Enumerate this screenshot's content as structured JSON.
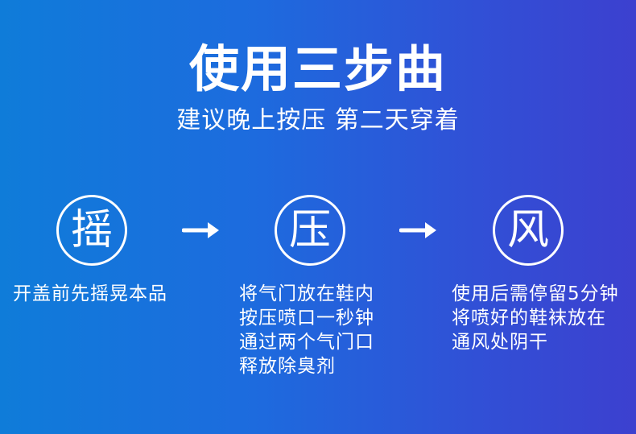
{
  "title": "使用三步曲",
  "subtitle": "建议晚上按压 第二天穿着",
  "steps": [
    {
      "glyph": "摇",
      "lines": [
        "开盖前先摇晃本品"
      ]
    },
    {
      "glyph": "压",
      "lines": [
        "将气门放在鞋内",
        "按压喷口一秒钟",
        "通过两个气门口",
        "释放除臭剂"
      ]
    },
    {
      "glyph": "风",
      "lines": [
        "使用后需停留5分钟",
        "将喷好的鞋袜放在",
        "通风处阴干"
      ]
    }
  ],
  "icons": {
    "step_arrow": "right-arrow-icon"
  },
  "colors": {
    "gradient_start": "#0f7cd9",
    "gradient_end": "#3c40cf",
    "text": "#ffffff"
  }
}
